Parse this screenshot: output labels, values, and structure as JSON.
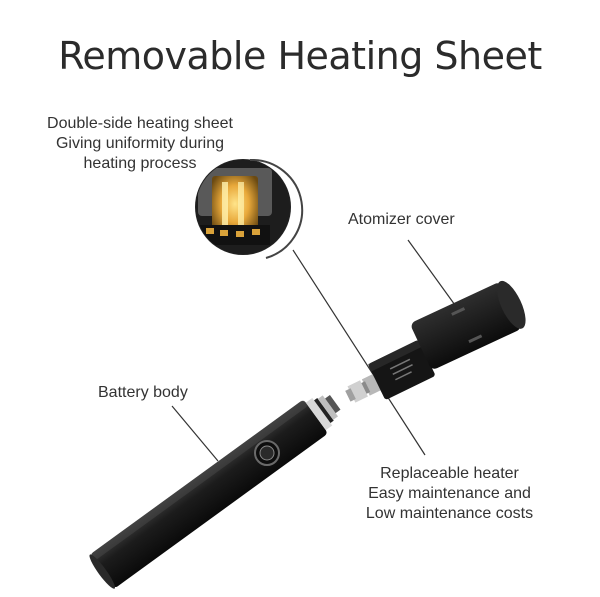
{
  "title": "Removable Heating Sheet",
  "labels": {
    "heating_sheet": [
      "Double-side heating sheet",
      "Giving uniformity during",
      "heating process"
    ],
    "atomizer_cover": "Atomizer cover",
    "battery_body": "Battery body",
    "replaceable_heater": [
      "Replaceable heater",
      "Easy maintenance and",
      "Low maintenance costs"
    ]
  },
  "colors": {
    "device_body": "#1a1a1a",
    "heater_glow": "#e8a83a",
    "leader_line": "#333333"
  }
}
